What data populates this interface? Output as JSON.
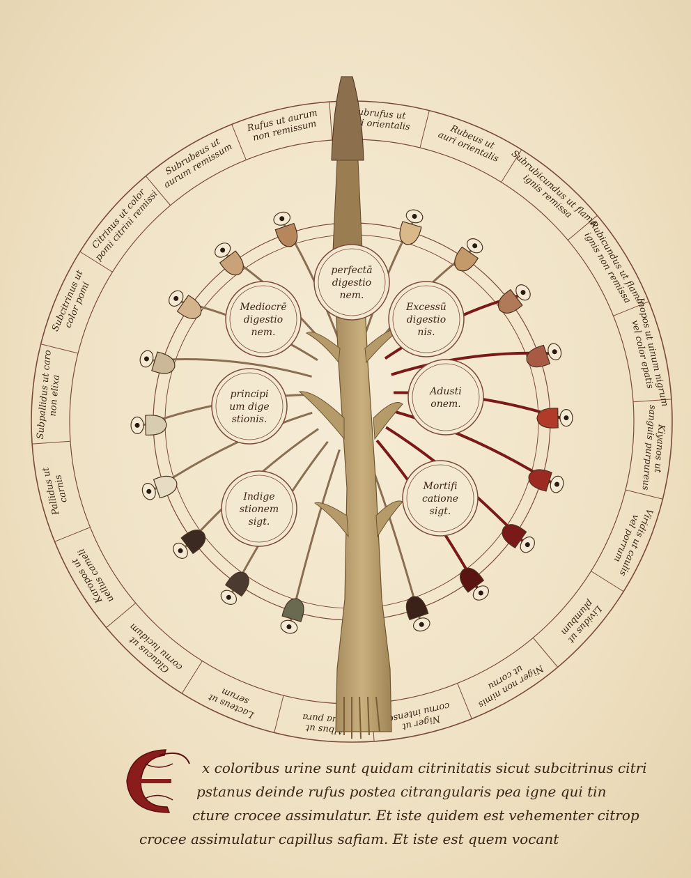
{
  "diagram": {
    "center_nodes": [
      {
        "id": "perfecta",
        "lines": [
          "perfectā",
          "digestio",
          "nem."
        ]
      },
      {
        "id": "mediocre",
        "lines": [
          "Mediocrē",
          "digestio",
          "nem."
        ]
      },
      {
        "id": "excessu",
        "lines": [
          "Excessū",
          "digestio",
          "nis."
        ]
      },
      {
        "id": "principium",
        "lines": [
          "principi",
          "um dige",
          "stionis."
        ]
      },
      {
        "id": "adustionem",
        "lines": [
          "Adusti",
          "onem."
        ]
      },
      {
        "id": "indigestionem",
        "lines": [
          "Indige",
          "stionem",
          "sigt."
        ]
      },
      {
        "id": "mortificationem",
        "lines": [
          "Mortifi",
          "catione",
          "sigt."
        ]
      }
    ],
    "ring_labels": [
      "Subrubeus ut aurum remissum",
      "Rufus ut aurum non remissum",
      "Subrufus ut auri orientalis",
      "Rubeus ut auri orientalis",
      "Subrubicundus ut flama ignis remissa",
      "Rubicundus ut flama ignis non remissa",
      "Inopos ut uinum nigrum vel color epatis",
      "Kiyanos ut sanguis purpureus",
      "Viridis ut caulis vel porrum",
      "Lividus ut plumbum",
      "Niger non nimis ut cornu",
      "Niger ut cornu intense",
      "Albus ut aqua pura",
      "Lacteus ut serum",
      "Glaucus ut cornu lucidum",
      "Karopos ut uellus cameli",
      "Pallidus ut carnis",
      "Subpallidus ut caro non elixa",
      "Subcitrinus ut color pomi",
      "Citrinus ut color pomi citrini remissi"
    ]
  },
  "text_block": {
    "initial": "E",
    "lines": [
      "x coloribus urine sunt quidam citrinitatis sicut subcitrinus citri",
      "pstanus deinde rufus postea citrangularis pea igne qui tin",
      "cture crocee assimulatur. Et iste quidem est vehementer citrop",
      "crocee assimulatur capillus safiam. Et iste est quem vocant"
    ]
  },
  "colors": {
    "ink": "#3b2516",
    "red_ink": "#8a1c1c",
    "stem": "#b59a6a",
    "parchment": "#efe1c3"
  }
}
